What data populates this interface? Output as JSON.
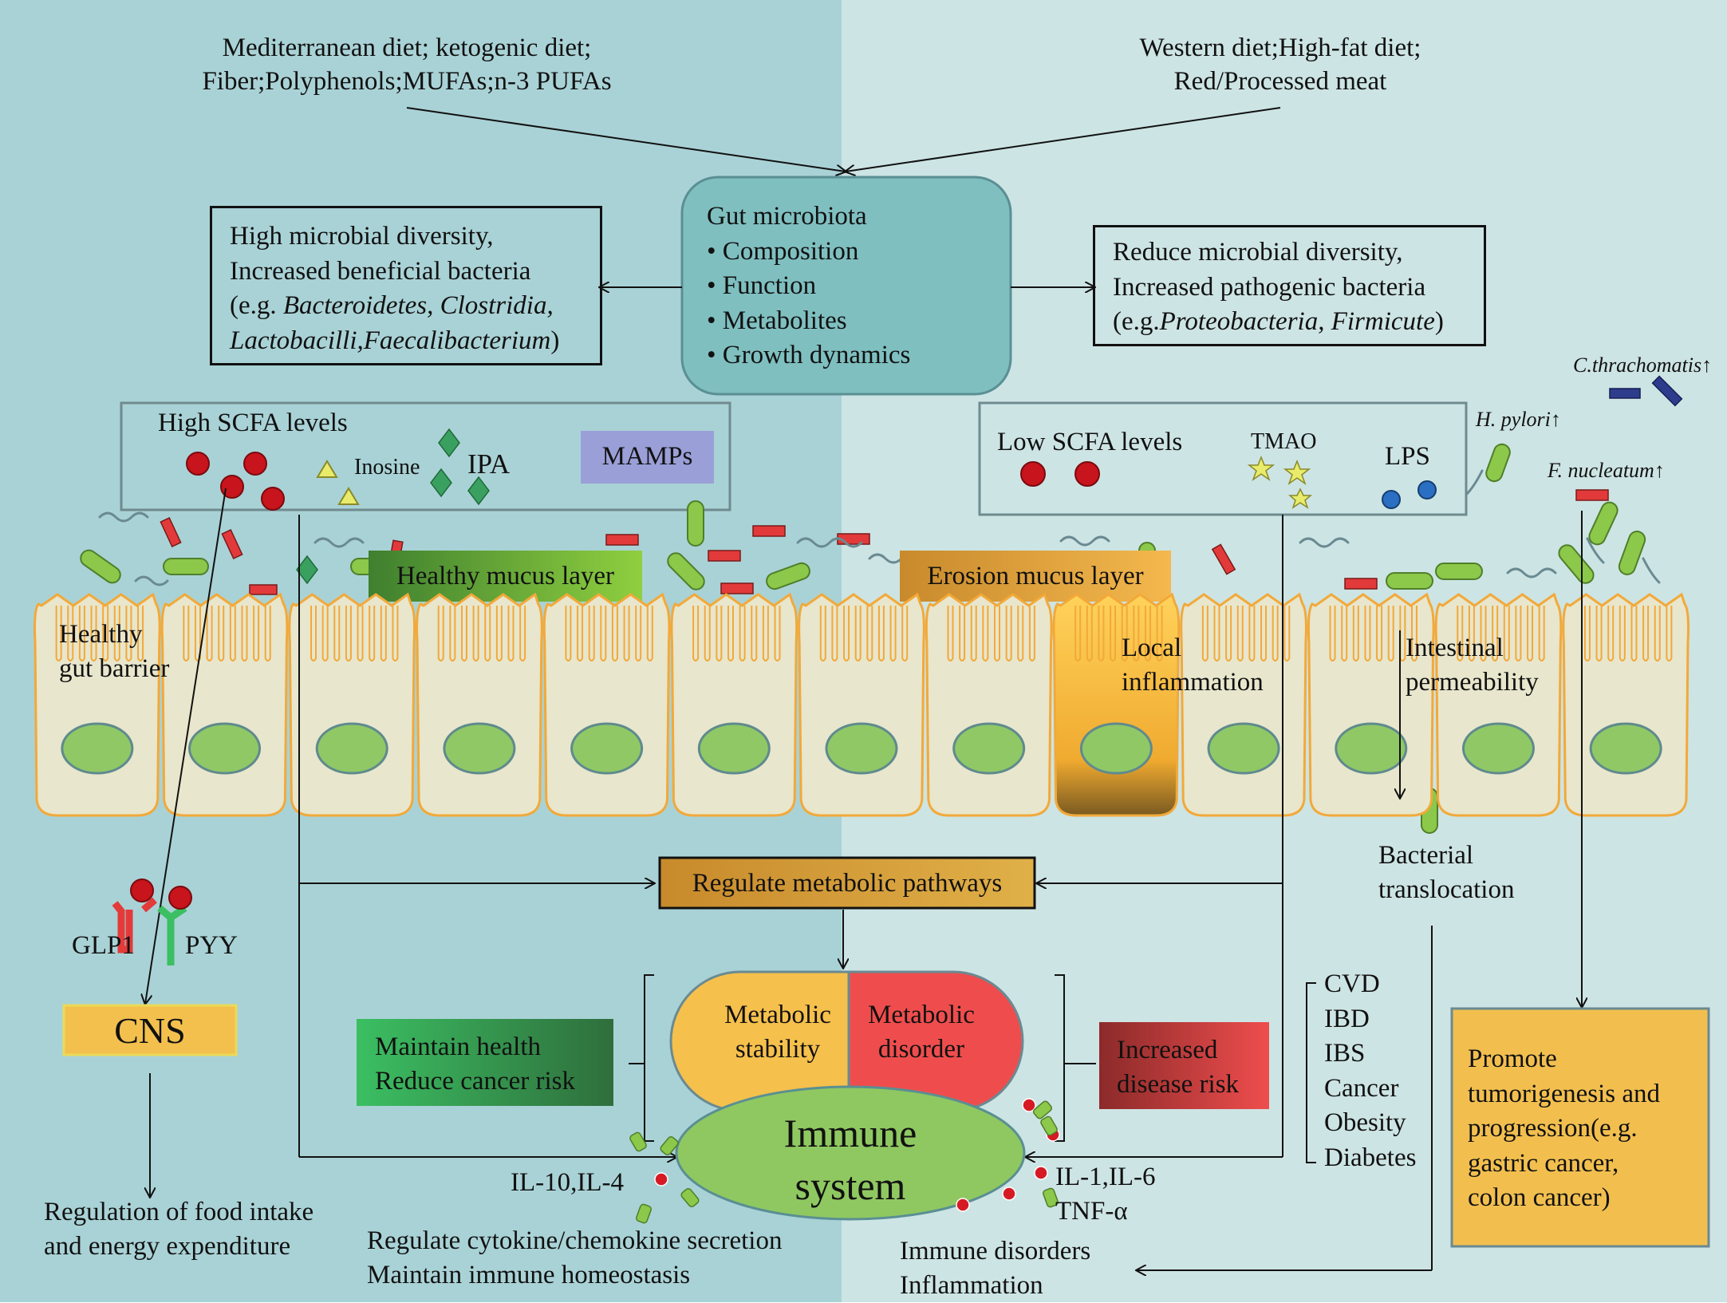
{
  "diets": {
    "healthy": [
      "Mediterranean diet; ketogenic diet;",
      "Fiber;Polyphenols;MUFAs;n-3 PUFAs"
    ],
    "unhealthy": [
      "Western diet;High-fat diet;",
      "Red/Processed meat"
    ]
  },
  "microbiota": {
    "title": "Gut microbiota",
    "items": [
      "• Composition",
      "• Function",
      "• Metabolites",
      "• Growth dynamics"
    ]
  },
  "beneficial": {
    "line1": "High microbial diversity,",
    "line2": "Increased beneficial bacteria",
    "line3_prefix": "(e.g. ",
    "line3_italic": "Bacteroidetes, Clostridia,",
    "line4_italic": "Lactobacilli,Faecalibacterium",
    "line4_suffix": ")"
  },
  "pathogenic": {
    "line1": "Reduce microbial diversity,",
    "line2": "Increased  pathogenic bacteria",
    "line3_prefix": "(e.g.",
    "line3_italic": "Proteobacteria, Firmicute",
    "line3_suffix": ")"
  },
  "left_metabolites": {
    "scfa": "High SCFA levels",
    "inosine": "Inosine",
    "ipa": "IPA",
    "mamps": "MAMPs"
  },
  "right_metabolites": {
    "scfa": "Low SCFA levels",
    "tmao": "TMAO",
    "lps": "LPS"
  },
  "pathogens": {
    "chlamydia": "C.thrachomatis",
    "hpylori": "H. pylori",
    "fnucleatum": "F. nucleatum",
    "up_arrow": "↑"
  },
  "mucus": {
    "healthy": "Healthy mucus layer",
    "erosion": "Erosion mucus layer"
  },
  "barrier": {
    "healthy": [
      "Healthy",
      "gut barrier"
    ],
    "local": [
      "Local",
      "inflammation"
    ],
    "permeability": [
      "Intestinal",
      "permeability"
    ],
    "translocation": [
      "Bacterial",
      "translocation"
    ]
  },
  "hormones": {
    "glp1": "GLP1",
    "pyy": "PYY"
  },
  "cns": {
    "label": "CNS",
    "regulation": [
      "Regulation of food intake",
      "and energy expenditure"
    ]
  },
  "pathways": "Regulate metabolic pathways",
  "metabolic": {
    "stability": [
      "Metabolic",
      "stability"
    ],
    "disorder": [
      "Metabolic",
      "disorder"
    ]
  },
  "outcomes": {
    "health": [
      "Maintain health",
      "Reduce cancer risk"
    ],
    "disease": [
      "Increased",
      "disease risk"
    ]
  },
  "immune": {
    "label": [
      "Immune",
      "system"
    ],
    "anti_cytokines": "IL-10,IL-4",
    "pro_cytokines": [
      "IL-1,IL-6",
      "TNF-α"
    ],
    "regulate": [
      "Regulate cytokine/chemokine secretion",
      "Maintain immune homeostasis"
    ],
    "disorders": [
      "Immune disorders",
      "Inflammation"
    ]
  },
  "diseases": [
    "CVD",
    "IBD",
    "IBS",
    "Cancer",
    "Obesity",
    "Diabetes"
  ],
  "tumor": [
    "Promote",
    "tumorigenesis and",
    "progression(e.g.",
    "gastric cancer,",
    "colon cancer)"
  ],
  "colors": {
    "left_bg": "#a9d2d6",
    "right_bg": "#cde4e4",
    "microbiota_box": "#7fbfc0",
    "cell_fill": "#e8e6cc",
    "cell_outline": "#f2a93a",
    "nucleus": "#90c866",
    "inflamed_cell": "#f0b23c",
    "mamps_box": "#9a9fd8",
    "cns_box": "#f3c04e",
    "tumor_box": "#f2bf4f",
    "pathways_box": "#cf9a2f",
    "stability": "#f5c04c",
    "disorder": "#ef4d4d",
    "immune": "#8fc861"
  }
}
